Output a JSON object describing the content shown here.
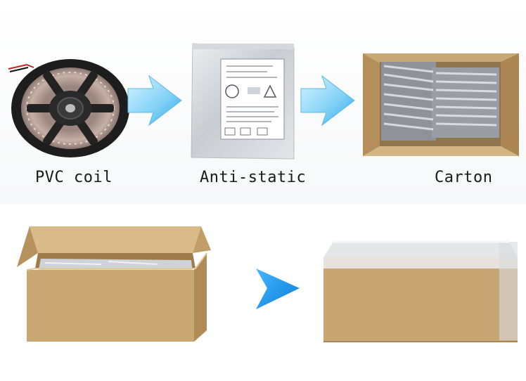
{
  "steps": [
    {
      "label": "PVC coil"
    },
    {
      "label": "Anti-static"
    },
    {
      "label": "Carton"
    }
  ],
  "colors": {
    "arrow_light": "#bfe9fb",
    "arrow_dark": "#3fb3ee",
    "triangle": "#1a8fe6",
    "cardboard": "#c9a674",
    "cardboard_dark": "#a98552",
    "foil": "#d8dbe0",
    "reel": "#2a2a2a"
  }
}
